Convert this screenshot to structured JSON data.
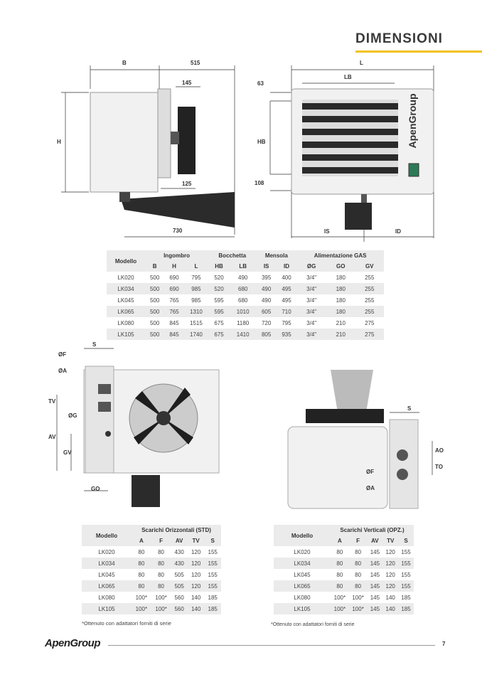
{
  "header": {
    "title": "DIMENSIONI"
  },
  "drawings": {
    "side": {
      "B": "B",
      "d515": "515",
      "d145": "145",
      "H": "H",
      "d125": "125",
      "d730": "730"
    },
    "front": {
      "L": "L",
      "LB": "LB",
      "d63": "63",
      "HB": "HB",
      "d108": "108",
      "IS": "IS",
      "ID": "ID",
      "brand": "ApenGroup"
    },
    "rear": {
      "S": "S",
      "F": "ØF",
      "A": "ØA",
      "TV": "TV",
      "G": "ØG",
      "AV": "AV",
      "GV": "GV",
      "GO": "GO"
    },
    "bottom": {
      "S": "S",
      "AO": "AO",
      "TO": "TO",
      "F": "ØF",
      "A": "ØA"
    }
  },
  "table_main": {
    "groups": [
      "Modello",
      "Ingombro",
      "Bocchetta",
      "Mensola",
      "Alimentazione GAS"
    ],
    "columns": [
      "B",
      "H",
      "L",
      "HB",
      "LB",
      "IS",
      "ID",
      "ØG",
      "GO",
      "GV"
    ],
    "rows": [
      [
        "LK020",
        "500",
        "690",
        "795",
        "520",
        "490",
        "395",
        "400",
        "3/4\"",
        "180",
        "255"
      ],
      [
        "LK034",
        "500",
        "690",
        "985",
        "520",
        "680",
        "490",
        "495",
        "3/4\"",
        "180",
        "255"
      ],
      [
        "LK045",
        "500",
        "765",
        "985",
        "595",
        "680",
        "490",
        "495",
        "3/4\"",
        "180",
        "255"
      ],
      [
        "LK065",
        "500",
        "765",
        "1310",
        "595",
        "1010",
        "605",
        "710",
        "3/4\"",
        "180",
        "255"
      ],
      [
        "LK080",
        "500",
        "845",
        "1515",
        "675",
        "1180",
        "720",
        "795",
        "3/4\"",
        "210",
        "275"
      ],
      [
        "LK105",
        "500",
        "845",
        "1740",
        "675",
        "1410",
        "805",
        "935",
        "3/4\"",
        "210",
        "275"
      ]
    ]
  },
  "table_horizontal": {
    "model_label": "Modello",
    "group": "Scarichi Orizzontali (STD)",
    "columns": [
      "A",
      "F",
      "AV",
      "TV",
      "S"
    ],
    "rows": [
      [
        "LK020",
        "80",
        "80",
        "430",
        "120",
        "155"
      ],
      [
        "LK034",
        "80",
        "80",
        "430",
        "120",
        "155"
      ],
      [
        "LK045",
        "80",
        "80",
        "505",
        "120",
        "155"
      ],
      [
        "LK065",
        "80",
        "80",
        "505",
        "120",
        "155"
      ],
      [
        "LK080",
        "100*",
        "100*",
        "560",
        "140",
        "185"
      ],
      [
        "LK105",
        "100*",
        "100*",
        "560",
        "140",
        "185"
      ]
    ],
    "note": "*Ottenuto con adattatori forniti di serie"
  },
  "table_vertical": {
    "model_label": "Modello",
    "group": "Scarichi Verticali (OPZ.)",
    "columns": [
      "A",
      "F",
      "AV",
      "TV",
      "S"
    ],
    "rows": [
      [
        "LK020",
        "80",
        "80",
        "145",
        "120",
        "155"
      ],
      [
        "LK034",
        "80",
        "80",
        "145",
        "120",
        "155"
      ],
      [
        "LK045",
        "80",
        "80",
        "145",
        "120",
        "155"
      ],
      [
        "LK065",
        "80",
        "80",
        "145",
        "120",
        "155"
      ],
      [
        "LK080",
        "100*",
        "100*",
        "145",
        "140",
        "185"
      ],
      [
        "LK105",
        "100*",
        "100*",
        "145",
        "140",
        "185"
      ]
    ],
    "note": "*Ottenuto con adattatori forniti di serie"
  },
  "footer": {
    "logo": "ApenGroup",
    "page": "7"
  }
}
